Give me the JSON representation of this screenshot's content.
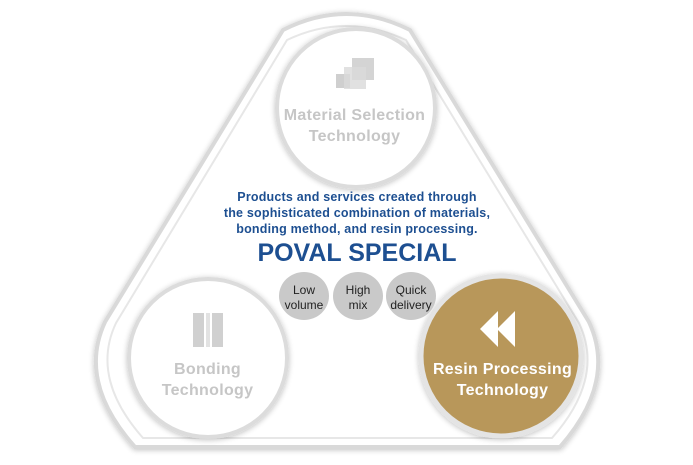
{
  "colors": {
    "title_blue": "#1d4f91",
    "gold": "#b8975a",
    "light_gray_text": "#c6c6c6",
    "pill_gray": "#c9c9c9",
    "frame_gray": "#d8d8d8"
  },
  "circles": {
    "material": {
      "line1": "Material Selection",
      "line2": "Technology",
      "icon": "stacked-squares-icon"
    },
    "bonding": {
      "line1": "Bonding",
      "line2": "Technology",
      "icon": "bonded-bars-icon"
    },
    "resin": {
      "line1": "Resin Processing",
      "line2": "Technology",
      "icon": "double-arrow-left-icon"
    }
  },
  "description": {
    "line1": "Products and services created through",
    "line2": "the sophisticated combination of materials,",
    "line3": "bonding method, and resin processing."
  },
  "title": "POVAL SPECIAL",
  "features": [
    {
      "line1": "Low",
      "line2": "volume"
    },
    {
      "line1": "High",
      "line2": "mix"
    },
    {
      "line1": "Quick",
      "line2": "delivery"
    }
  ]
}
